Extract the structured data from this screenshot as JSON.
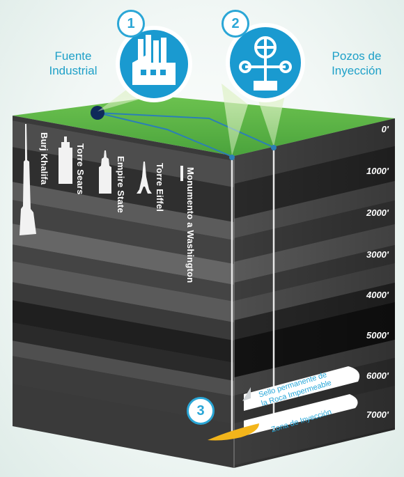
{
  "labels": {
    "source": "Fuente\nIndustrial",
    "wells": "Pozos de\nInyección"
  },
  "step_numbers": [
    "1",
    "2",
    "3"
  ],
  "landmarks": [
    {
      "name": "Burj Khalifa"
    },
    {
      "name": "Torre Sears"
    },
    {
      "name": "Empire State"
    },
    {
      "name": "Torre Eiffel"
    },
    {
      "name": "Monumento a Washington"
    }
  ],
  "depths": [
    "0'",
    "1000'",
    "2000'",
    "3000'",
    "4000'",
    "5000'",
    "6000'",
    "7000'"
  ],
  "layer_tags": {
    "seal": "Sello permanente de\nla Roca Impermeable",
    "injection": "Zona de Inyección"
  },
  "colors": {
    "accent": "#2aa6d6",
    "ground": "#5cb84a",
    "storage": "#f3b51b"
  },
  "icons": [
    "factory-icon",
    "wellhead-valve-icon"
  ]
}
